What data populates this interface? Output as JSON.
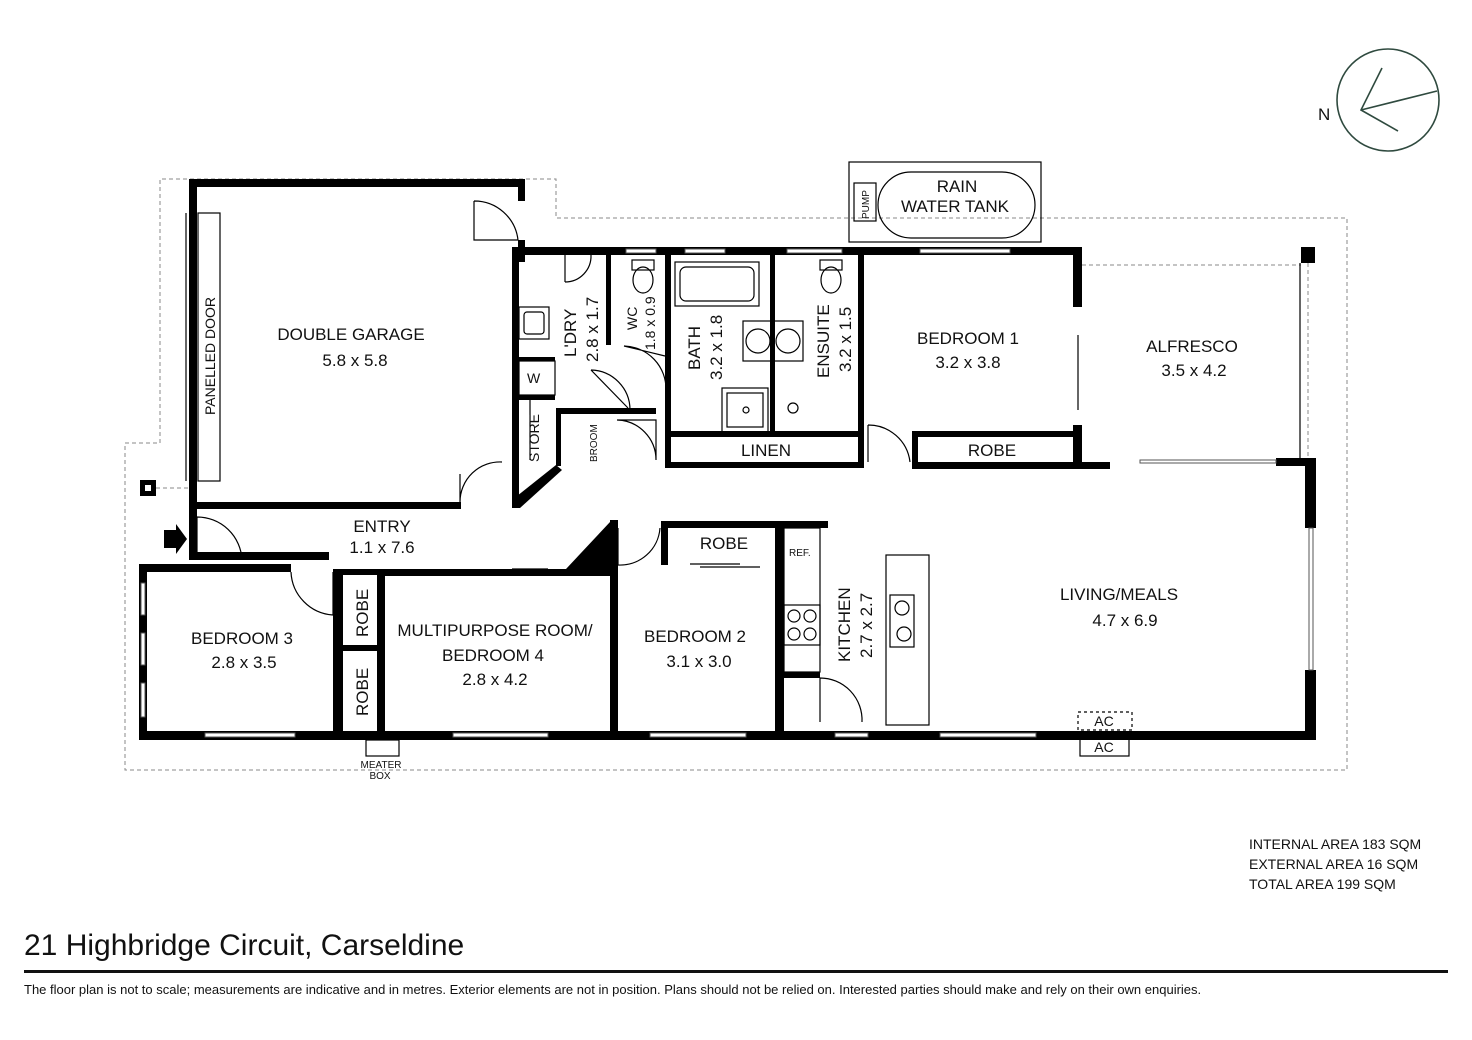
{
  "address": "21 Highbridge Circuit, Carseldine",
  "disclaimer": "The floor plan is not to scale; measurements are indicative and in metres. Exterior elements are not in position. Plans should not be relied on. Interested parties should make and rely on their own enquiries.",
  "areas": {
    "internal": "INTERNAL AREA 183 SQM",
    "external": "EXTERNAL AREA 16 SQM",
    "total": "TOTAL AREA 199 SQM"
  },
  "compass": {
    "label": "N",
    "color": "#2f4a3f"
  },
  "rooms": {
    "garage": {
      "name": "DOUBLE GARAGE",
      "size": "5.8 x 5.8"
    },
    "panelled_door": "PANELLED DOOR",
    "laundry": {
      "name": "L'DRY",
      "size": "2.8 x 1.7"
    },
    "wc": {
      "name": "WC",
      "size": "1.8 x 0.9"
    },
    "bath": {
      "name": "BATH",
      "size": "3.2 x 1.8"
    },
    "ensuite": {
      "name": "ENSUITE",
      "size": "3.2 x 1.5"
    },
    "bedroom1": {
      "name": "BEDROOM 1",
      "size": "3.2 x 3.8"
    },
    "alfresco": {
      "name": "ALFRESCO",
      "size": "3.5 x 4.2"
    },
    "store": "STORE",
    "broom": "BROOM",
    "washer": "W",
    "linen": "LINEN",
    "robe": "ROBE",
    "entry": {
      "name": "ENTRY",
      "size": "1.1 x 7.6"
    },
    "bedroom3": {
      "name": "BEDROOM 3",
      "size": "2.8 x 3.5"
    },
    "multipurpose": {
      "name_line1": "MULTIPURPOSE ROOM/",
      "name_line2": "BEDROOM 4",
      "size": "2.8 x 4.2"
    },
    "bedroom2": {
      "name": "BEDROOM 2",
      "size": "3.1 x 3.0"
    },
    "kitchen": {
      "name": "KITCHEN",
      "size": "2.7 x 2.7"
    },
    "ref": "REF.",
    "living": {
      "name": "LIVING/MEALS",
      "size": "4.7 x 6.9"
    },
    "ac": "AC",
    "meter_line1": "MEATER",
    "meter_line2": "BOX",
    "rain_tank_line1": "RAIN",
    "rain_tank_line2": "WATER TANK",
    "pump": "PUMP"
  }
}
